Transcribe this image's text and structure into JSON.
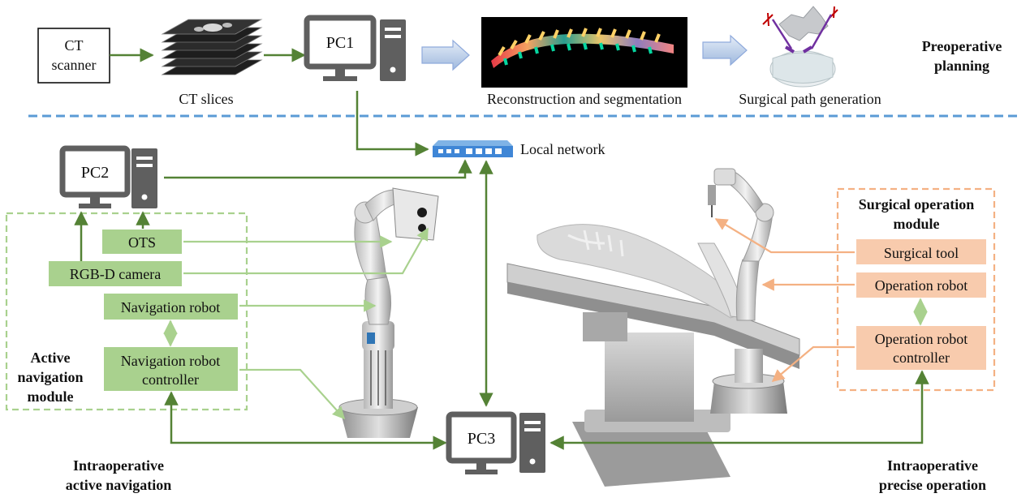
{
  "preop": {
    "ct_scanner_line1": "CT",
    "ct_scanner_line2": "scanner",
    "ct_slices": "CT slices",
    "pc1": "PC1",
    "reconstruction": "Reconstruction and segmentation",
    "path_generation": "Surgical path generation",
    "section_line1": "Preoperative",
    "section_line2": "planning"
  },
  "network": {
    "label": "Local network"
  },
  "navigation": {
    "pc2": "PC2",
    "ots": "OTS",
    "rgbd": "RGB-D camera",
    "robot": "Navigation robot",
    "controller_line1": "Navigation robot",
    "controller_line2": "controller",
    "module_line1": "Active",
    "module_line2": "navigation",
    "module_line3": "module",
    "section_line1": "Intraoperative",
    "section_line2": "active navigation"
  },
  "operation": {
    "module_line1": "Surgical operation",
    "module_line2": "module",
    "tool": "Surgical tool",
    "robot": "Operation robot",
    "controller_line1": "Operation robot",
    "controller_line2": "controller",
    "section_line1": "Intraoperative",
    "section_line2": "precise operation"
  },
  "pc3": "PC3",
  "colors": {
    "dark_green": "#548235",
    "light_green": "#a9d18e",
    "green_box": "#a9d18e",
    "peach_box": "#f8cbad",
    "peach_line": "#f4b183",
    "computer_gray": "#5f5f5f",
    "divider_blue": "#5b9bd5"
  }
}
